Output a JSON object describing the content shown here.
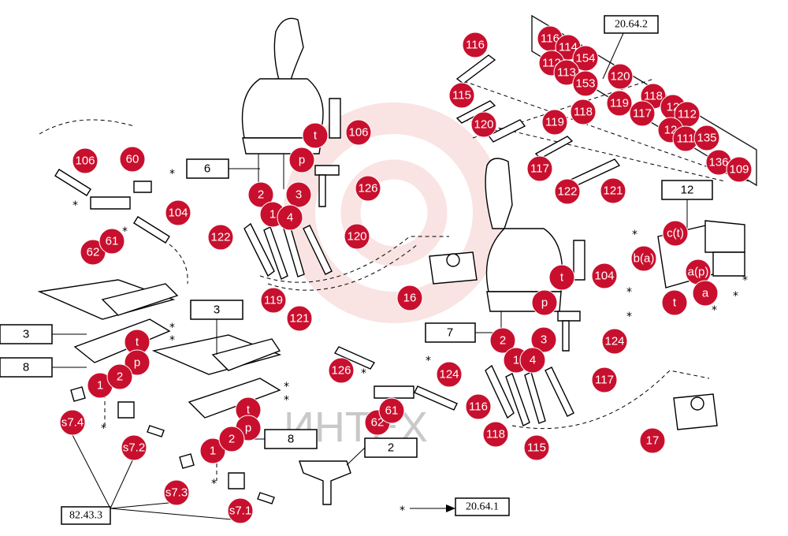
{
  "watermark": {
    "text": "ИНТЕХ",
    "color": "#e8a0a0"
  },
  "colors": {
    "callout": "#c8102e",
    "callout_text": "#ffffff",
    "line": "#000000"
  },
  "box_labels": [
    {
      "id": "bx6",
      "text": "6"
    },
    {
      "id": "bx12",
      "text": "12"
    },
    {
      "id": "bx3a",
      "text": "3"
    },
    {
      "id": "bx3b",
      "text": "3"
    },
    {
      "id": "bx8a",
      "text": "8"
    },
    {
      "id": "bx8b",
      "text": "8"
    },
    {
      "id": "bx7",
      "text": "7"
    },
    {
      "id": "bx2",
      "text": "2"
    }
  ],
  "references": [
    {
      "id": "ref_top",
      "text": "20.64.2"
    },
    {
      "id": "ref_bottom",
      "text": "20.64.1"
    },
    {
      "id": "ref_left",
      "text": "82.43.3"
    }
  ],
  "arrow_legend": {
    "star": "*"
  },
  "callouts": [
    {
      "t": "116"
    },
    {
      "t": "116"
    },
    {
      "t": "114"
    },
    {
      "t": "154"
    },
    {
      "t": "112"
    },
    {
      "t": "113"
    },
    {
      "t": "153"
    },
    {
      "t": "120"
    },
    {
      "t": "115"
    },
    {
      "t": "120"
    },
    {
      "t": "119"
    },
    {
      "t": "118"
    },
    {
      "t": "119"
    },
    {
      "t": "117"
    },
    {
      "t": "118"
    },
    {
      "t": "12"
    },
    {
      "t": "112"
    },
    {
      "t": "12"
    },
    {
      "t": "111"
    },
    {
      "t": "135"
    },
    {
      "t": "117"
    },
    {
      "t": "122"
    },
    {
      "t": "121"
    },
    {
      "t": "136"
    },
    {
      "t": "109"
    },
    {
      "t": "106"
    },
    {
      "t": "t"
    },
    {
      "t": "p"
    },
    {
      "t": "126"
    },
    {
      "t": "2"
    },
    {
      "t": "3"
    },
    {
      "t": "1"
    },
    {
      "t": "4"
    },
    {
      "t": "122"
    },
    {
      "t": "120"
    },
    {
      "t": "119"
    },
    {
      "t": "121"
    },
    {
      "t": "106"
    },
    {
      "t": "60"
    },
    {
      "t": "104"
    },
    {
      "t": "62"
    },
    {
      "t": "61"
    },
    {
      "t": "16"
    },
    {
      "t": "c(t)"
    },
    {
      "t": "b(a)"
    },
    {
      "t": "a(p)"
    },
    {
      "t": "t"
    },
    {
      "t": "a"
    },
    {
      "t": "t"
    },
    {
      "t": "104"
    },
    {
      "t": "p"
    },
    {
      "t": "124"
    },
    {
      "t": "2"
    },
    {
      "t": "3"
    },
    {
      "t": "1"
    },
    {
      "t": "4"
    },
    {
      "t": "117"
    },
    {
      "t": "116"
    },
    {
      "t": "118"
    },
    {
      "t": "115"
    },
    {
      "t": "17"
    },
    {
      "t": "126"
    },
    {
      "t": "124"
    },
    {
      "t": "62"
    },
    {
      "t": "61"
    },
    {
      "t": "t"
    },
    {
      "t": "p"
    },
    {
      "t": "1"
    },
    {
      "t": "2"
    },
    {
      "t": "s7.4"
    },
    {
      "t": "s7.2"
    },
    {
      "t": "t"
    },
    {
      "t": "p"
    },
    {
      "t": "1"
    },
    {
      "t": "2"
    },
    {
      "t": "s7.3"
    },
    {
      "t": "s7.1"
    }
  ]
}
